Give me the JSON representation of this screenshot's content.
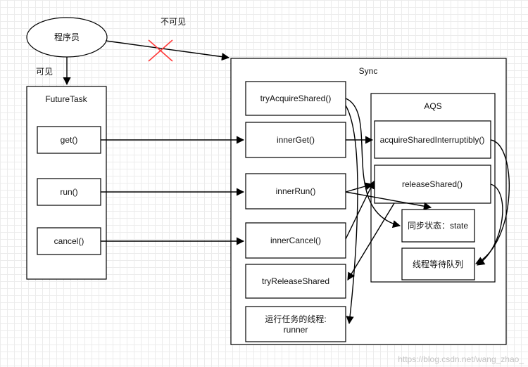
{
  "nodes": {
    "programmer": "程序员",
    "visible": "可见",
    "invisible": "不可见",
    "futuretask": "FutureTask",
    "get": "get()",
    "run": "run()",
    "cancel": "cancel()",
    "sync": "Sync",
    "try_acquire": "tryAcquireShared()",
    "inner_get": "innerGet()",
    "inner_run": "innerRun()",
    "inner_cancel": "innerCancel()",
    "try_release": "tryReleaseShared",
    "runner_line1": "运行任务的线程:",
    "runner_line2": "runner",
    "aqs": "AQS",
    "acquire_interruptibly": "acquireSharedInterruptibly()",
    "release_shared": "releaseShared()",
    "sync_state": "同步状态：state",
    "wait_queue": "线程等待队列"
  },
  "watermark": "https://blog.csdn.net/wang_zhao_"
}
